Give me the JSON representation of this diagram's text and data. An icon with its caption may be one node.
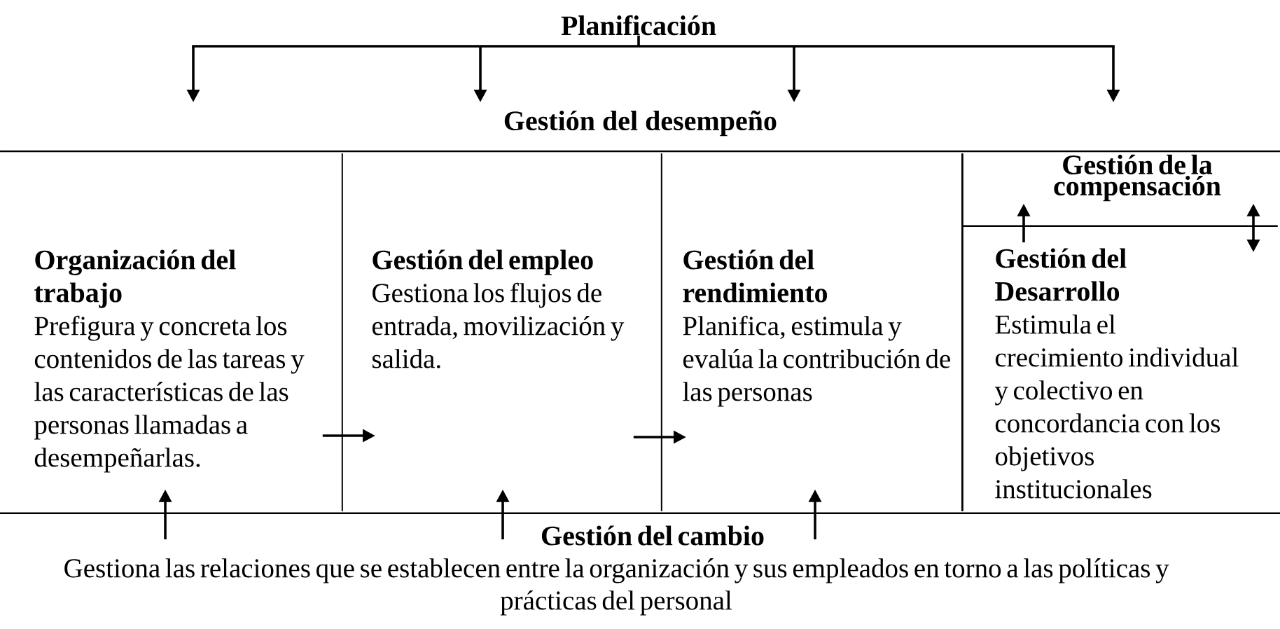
{
  "diagram": {
    "nodes": [
      {
        "text": [
          "Planificación"
        ]
      },
      {
        "text": [
          "Gestión del desempeño"
        ]
      },
      {
        "text": [
          "Organización del trabajo",
          "Prefigura y concreta los contenidos de las tareas y las características de las personas llamadas a desempeñarlas."
        ],
        "in": 1
      },
      {
        "text": [
          "Gestión del empleo",
          "Gestiona los flujos de entrada, movilización y salida."
        ],
        "in": 1
      },
      {
        "text": [
          "Gestión del rendimiento",
          "Planifica, estimula y evalúa la contribución de las personas"
        ],
        "in": 1
      },
      {
        "text": [
          "Gestión de la compensación"
        ],
        "in": 1
      },
      {
        "text": [
          "Gestión del Desarrollo",
          "Estimula el crecimiento individual y colectivo en concordancia con los objetivos institucionales"
        ],
        "in": 1
      },
      {
        "text": [
          "Gestión del cambio",
          "Gestiona las relaciones que se establecen entre la organización y sus empleados en torno a las políticas y prácticas del personal"
        ]
      }
    ],
    "edges": [
      {
        "from": 0,
        "to": 1,
        "arrow": "to"
      },
      {
        "from": 2,
        "to": 3,
        "arrow": "to"
      },
      {
        "from": 3,
        "to": 4,
        "arrow": "to"
      },
      {
        "from": 6,
        "to": 5,
        "arrow": "to"
      },
      {
        "from": 5,
        "to": 6,
        "arrow": "both"
      },
      {
        "from": 7,
        "to": 2,
        "arrow": "to"
      },
      {
        "from": 7,
        "to": 3,
        "arrow": "to"
      },
      {
        "from": 7,
        "to": 4,
        "arrow": "to"
      }
    ]
  }
}
